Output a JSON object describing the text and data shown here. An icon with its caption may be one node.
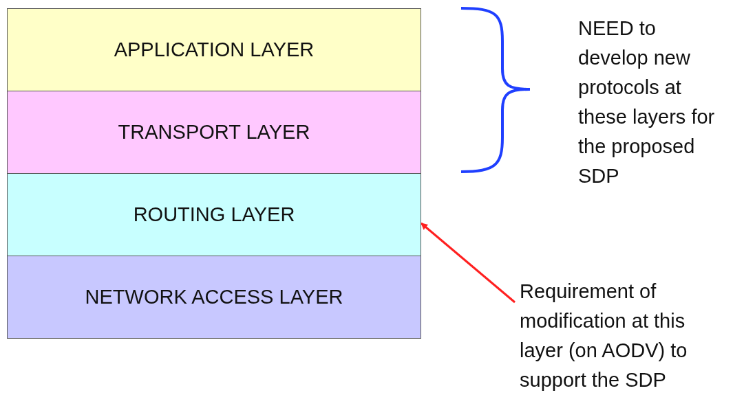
{
  "diagram": {
    "nodes": [
      {
        "text": [
          "APPLICATION LAYER"
        ]
      },
      {
        "text": [
          "TRANSPORT LAYER"
        ]
      },
      {
        "text": [
          "ROUTING LAYER"
        ]
      },
      {
        "text": [
          "NETWORK ACCESS LAYER"
        ]
      },
      {
        "text": [
          "NEED to develop new protocols at these layers for the proposed SDP"
        ]
      },
      {
        "text": [
          "Requirement of modification at this layer (on AODV) to support the SDP"
        ]
      }
    ],
    "edges": [
      {
        "from": 5,
        "to": 2,
        "arrow": "to",
        "color": "#ff2020"
      }
    ]
  }
}
